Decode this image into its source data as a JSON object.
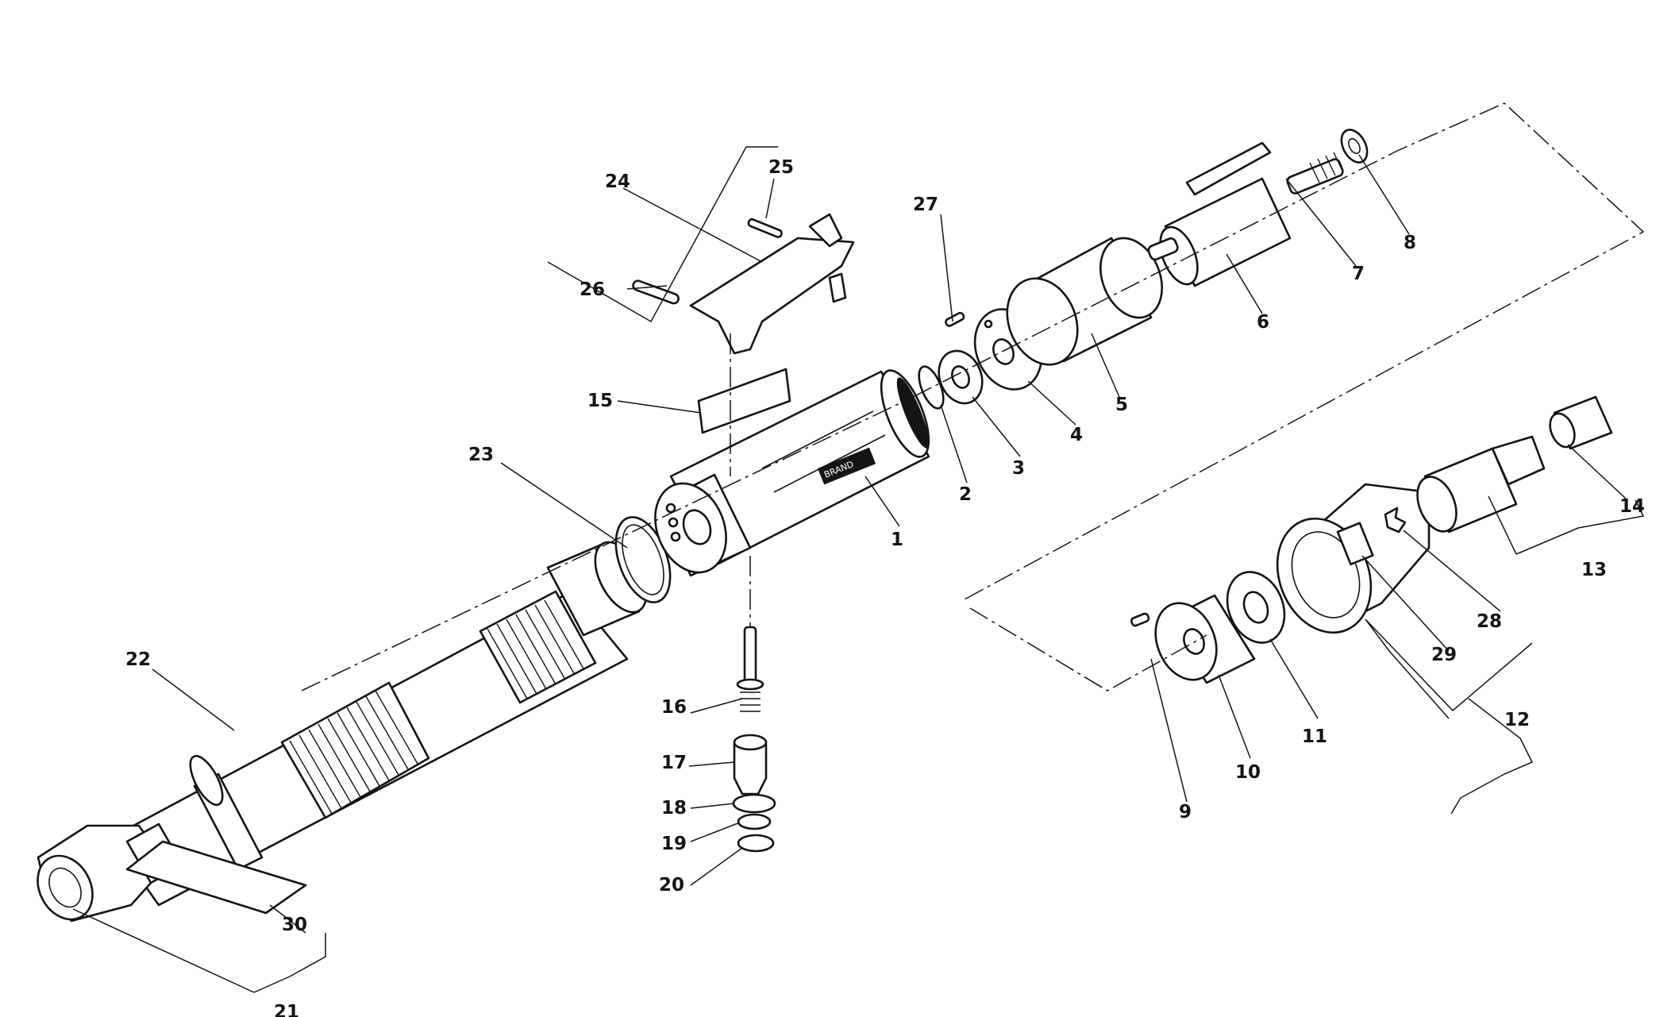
{
  "diagram": {
    "labels": [
      {
        "id": "1",
        "text": "1"
      },
      {
        "id": "2",
        "text": "2"
      },
      {
        "id": "3",
        "text": "3"
      },
      {
        "id": "4",
        "text": "4"
      },
      {
        "id": "5",
        "text": "5"
      },
      {
        "id": "6",
        "text": "6"
      },
      {
        "id": "7",
        "text": "7"
      },
      {
        "id": "8",
        "text": "8"
      },
      {
        "id": "9",
        "text": "9"
      },
      {
        "id": "10",
        "text": "10"
      },
      {
        "id": "11",
        "text": "11"
      },
      {
        "id": "12",
        "text": "12"
      },
      {
        "id": "13",
        "text": "13"
      },
      {
        "id": "14",
        "text": "14"
      },
      {
        "id": "15",
        "text": "15"
      },
      {
        "id": "16",
        "text": "16"
      },
      {
        "id": "17",
        "text": "17"
      },
      {
        "id": "18",
        "text": "18"
      },
      {
        "id": "19",
        "text": "19"
      },
      {
        "id": "20",
        "text": "20"
      },
      {
        "id": "21",
        "text": "21"
      },
      {
        "id": "22",
        "text": "22"
      },
      {
        "id": "23",
        "text": "23"
      },
      {
        "id": "24",
        "text": "24"
      },
      {
        "id": "25",
        "text": "25"
      },
      {
        "id": "26",
        "text": "26"
      },
      {
        "id": "27",
        "text": "27"
      },
      {
        "id": "28",
        "text": "28"
      },
      {
        "id": "29",
        "text": "29"
      },
      {
        "id": "30",
        "text": "30"
      }
    ],
    "colors": {
      "ink": "#141414",
      "paper": "#ffffff"
    }
  }
}
